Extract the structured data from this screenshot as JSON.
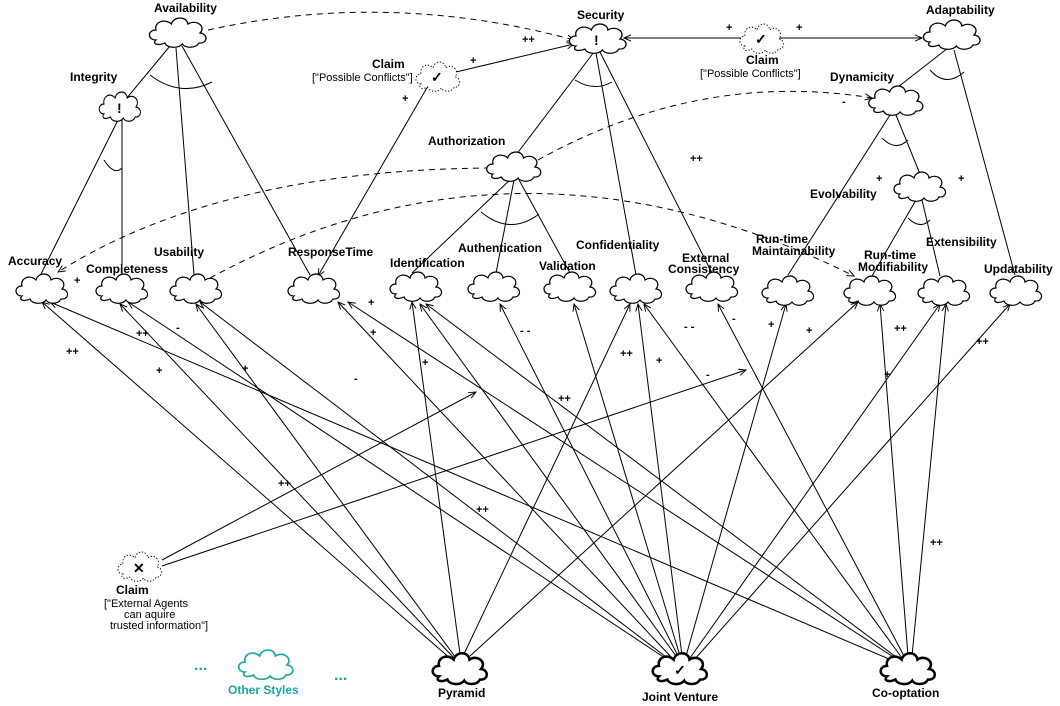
{
  "softgoals": {
    "availability": "Availability",
    "integrity": "Integrity",
    "security": "Security",
    "adaptability": "Adaptability",
    "dynamicity": "Dynamicity",
    "authorization": "Authorization",
    "evolvability": "Evolvability",
    "accuracy": "Accuracy",
    "completeness": "Completeness",
    "usability": "Usability",
    "response_time": "ResponseTime",
    "identification": "Identification",
    "authentication": "Authentication",
    "validation": "Validation",
    "confidentiality": "Confidentiality",
    "external_consistency_1": "External",
    "external_consistency_2": "Consistency",
    "runtime_maintainability_1": "Run-time",
    "runtime_maintainability_2": "Maintainability",
    "runtime_modifiability_1": "Run-time",
    "runtime_modifiability_2": "Modifiability",
    "extensibility": "Extensibility",
    "updatability": "Updatability"
  },
  "claims": {
    "conflicts_left_title": "Claim",
    "conflicts_left_text": "[\"Possible Conflicts\"]",
    "conflicts_right_title": "Claim",
    "conflicts_right_text": "[\"Possible Conflicts\"]",
    "agents_title": "Claim",
    "agents_line1": "[\"External Agents",
    "agents_line2": "can aquire",
    "agents_line3": "trusted information\"]",
    "satisficed_mark": "✓",
    "denied_mark": "✕",
    "priority_mark": "!"
  },
  "styles": {
    "pyramid": "Pyramid",
    "joint_venture": "Joint Venture",
    "cooptation": "Co-optation",
    "other": "Other Styles",
    "ellipsis": "..."
  },
  "contributions": {
    "pp": "++",
    "p": "+",
    "m": "-",
    "mm": "- -",
    "mm_tight": "- -"
  },
  "colors": {
    "accent": "#1aa6a6",
    "ink": "#000000"
  }
}
